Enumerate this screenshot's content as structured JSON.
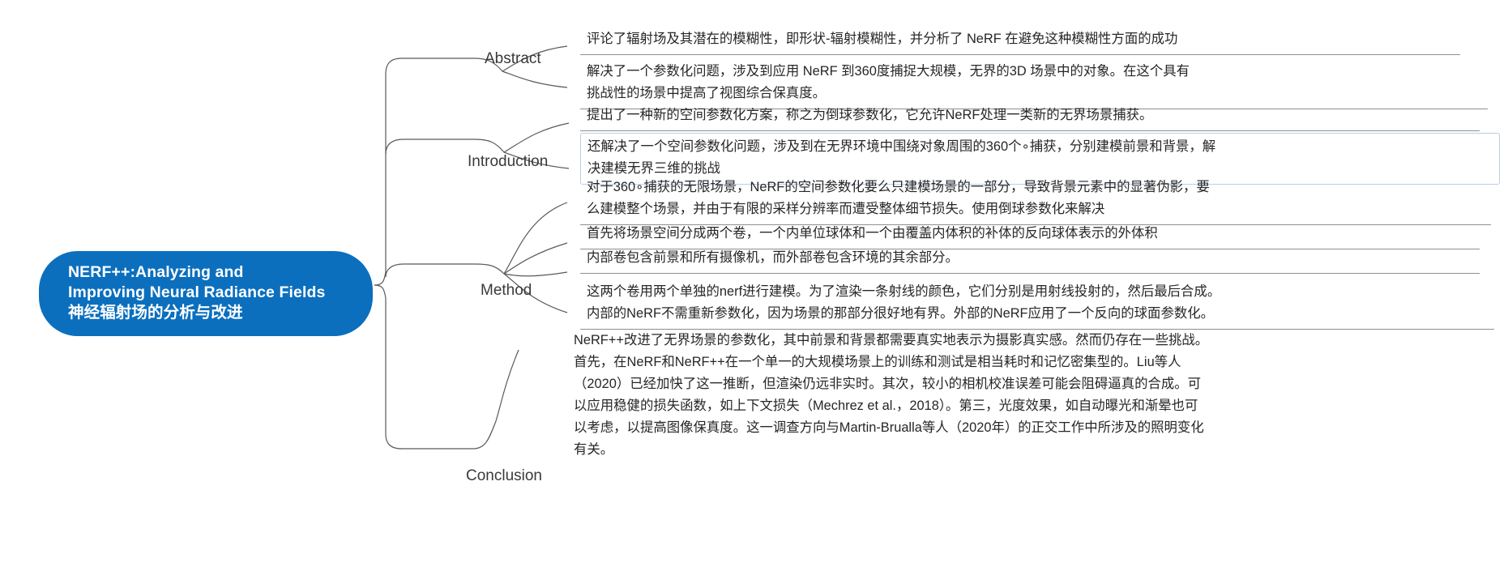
{
  "document": {
    "type": "mind-map",
    "title": "NERF++ paper summary mind map",
    "background_color": "#ffffff"
  },
  "root": {
    "name": "root-node",
    "accent_color": "#0b6fbe",
    "text_color": "#ffffff",
    "lines": [
      "NERF++:Analyzing and",
      "Improving Neural Radiance Fields",
      "神经辐射场的分析与改进"
    ]
  },
  "branches": [
    {
      "id": "abstract",
      "label": "Abstract"
    },
    {
      "id": "introduction",
      "label": "Introduction"
    },
    {
      "id": "method",
      "label": "Method"
    },
    {
      "id": "conclusion",
      "label": "Conclusion"
    }
  ],
  "leaves": {
    "abstract_1": "评论了辐射场及其潜在的模糊性，即形状-辐射模糊性，并分析了 NeRF 在避免这种模糊性方面的成功",
    "abstract_2": "解决了一个参数化问题，涉及到应用 NeRF 到360度捕捉大规模，无界的3D 场景中的对象。在这个具有\n挑战性的场景中提高了视图综合保真度。",
    "introduction_1": "提出了一种新的空间参数化方案，称之为倒球参数化，它允许NeRF处理一类新的无界场景捕获。",
    "introduction_2": "还解决了一个空间参数化问题，涉及到在无界环境中围绕对象周围的360个∘捕获，分别建模前景和背景，解\n决建模无界三维的挑战",
    "method_1": "对于360∘捕获的无限场景，NeRF的空间参数化要么只建模场景的一部分，导致背景元素中的显著伪影，要\n么建模整个场景，并由于有限的采样分辨率而遭受整体细节损失。使用倒球参数化来解决",
    "method_2": "首先将场景空间分成两个卷，一个内单位球体和一个由覆盖内体积的补体的反向球体表示的外体积",
    "method_3": "内部卷包含前景和所有摄像机，而外部卷包含环境的其余部分。",
    "method_4": "这两个卷用两个单独的nerf进行建模。为了渲染一条射线的颜色，它们分别是用射线投射的，然后最后合成。\n内部的NeRF不需重新参数化，因为场景的那部分很好地有界。外部的NeRF应用了一个反向的球面参数化。",
    "conclusion_1": "NeRF++改进了无界场景的参数化，其中前景和背景都需要真实地表示为摄影真实感。然而仍存在一些挑战。\n首先，在NeRF和NeRF++在一个单一的大规模场景上的训练和测试是相当耗时和记忆密集型的。Liu等人\n（2020）已经加快了这一推断，但渲染仍远非实时。其次，较小的相机校准误差可能会阻碍逼真的合成。可\n以应用稳健的损失函数，如上下文损失（Mechrez et al.，2018）。第三，光度效果，如自动曝光和渐晕也可\n以考虑，以提高图像保真度。这一调查方向与Martin-Brualla等人（2020年）的正交工作中所涉及的照明变化\n有关。"
  },
  "colors": {
    "root_fill": "#0b6fbe",
    "connector": "#595959",
    "leaf_underline": "#8f8f8f",
    "highlight_border": "#b9cfe8",
    "branch_label_text": "#3a3a3a",
    "leaf_text": "#262626"
  }
}
